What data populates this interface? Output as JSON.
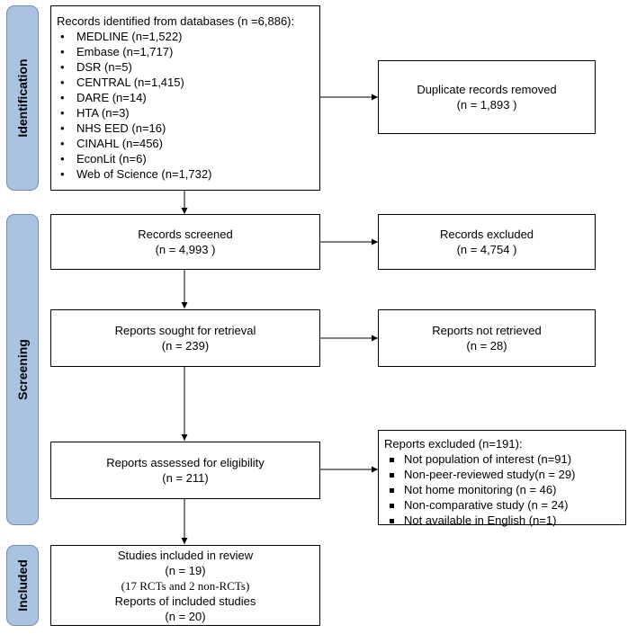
{
  "stages": {
    "identification": "Identification",
    "screening": "Screening",
    "included": "Included"
  },
  "identified": {
    "title": "Records identified from databases (n =6,886):",
    "databases": [
      "MEDLINE (n=1,522)",
      "Embase (n=1,717)",
      "DSR (n=5)",
      "CENTRAL (n=1,415)",
      "DARE (n=14)",
      "HTA (n=3)",
      "NHS EED (n=16)",
      "CINAHL (n=456)",
      "EconLit (n=6)",
      "Web of Science (n=1,732)"
    ]
  },
  "duplicates": {
    "label": "Duplicate records removed",
    "count": "(n = 1,893 )"
  },
  "screened": {
    "label": "Records screened",
    "count": "(n = 4,993 )"
  },
  "excluded": {
    "label": "Records excluded",
    "count": "(n = 4,754 )"
  },
  "sought": {
    "label": "Reports sought for retrieval",
    "count": "(n = 239)"
  },
  "not_retrieved": {
    "label": "Reports not retrieved",
    "count": "(n = 28)"
  },
  "assessed": {
    "label": "Reports assessed for eligibility",
    "count": "(n = 211)"
  },
  "reports_excluded": {
    "title": "Reports excluded (n=191):",
    "reasons": [
      "Not population of interest (n=91)",
      "Non-peer-reviewed study(n = 29)",
      "Not home monitoring (n = 46)",
      "Non-comparative study (n = 24)",
      "Not available in English (n=1)"
    ]
  },
  "included": {
    "studies_label": "Studies included in review",
    "studies_count": "(n = 19)",
    "studies_note": "(17 RCTs and 2 non-RCTs)",
    "reports_label": "Reports of included studies",
    "reports_count": "(n = 20)"
  }
}
